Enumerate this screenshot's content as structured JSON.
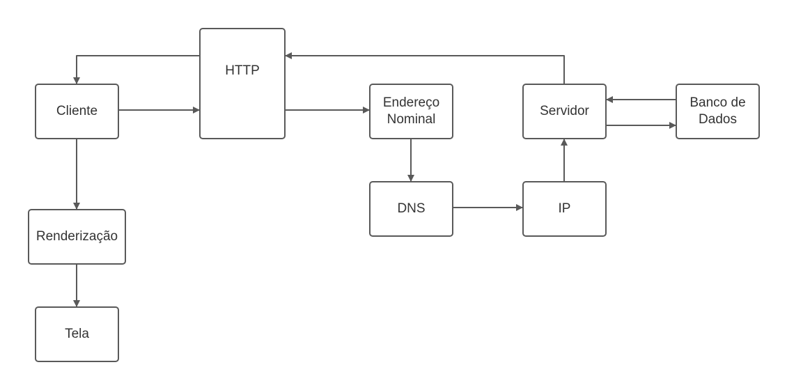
{
  "colors": {
    "stroke": "#595959",
    "text": "#333333",
    "background": "#ffffff"
  },
  "nodes": {
    "cliente": {
      "label": "Cliente"
    },
    "http": {
      "label": "HTTP"
    },
    "endereco_nominal": {
      "label": "Endereço\nNominal"
    },
    "servidor": {
      "label": "Servidor"
    },
    "banco_de_dados": {
      "label": "Banco de\nDados"
    },
    "dns": {
      "label": "DNS"
    },
    "ip": {
      "label": "IP"
    },
    "renderizacao": {
      "label": "Renderização"
    },
    "tela": {
      "label": "Tela"
    }
  },
  "edges": [
    {
      "from": "cliente",
      "to": "http"
    },
    {
      "from": "http",
      "to": "cliente"
    },
    {
      "from": "http",
      "to": "endereco_nominal"
    },
    {
      "from": "endereco_nominal",
      "to": "dns"
    },
    {
      "from": "dns",
      "to": "ip"
    },
    {
      "from": "ip",
      "to": "servidor"
    },
    {
      "from": "servidor",
      "to": "http"
    },
    {
      "from": "servidor",
      "to": "banco_de_dados"
    },
    {
      "from": "banco_de_dados",
      "to": "servidor"
    },
    {
      "from": "cliente",
      "to": "renderizacao"
    },
    {
      "from": "renderizacao",
      "to": "tela"
    }
  ]
}
